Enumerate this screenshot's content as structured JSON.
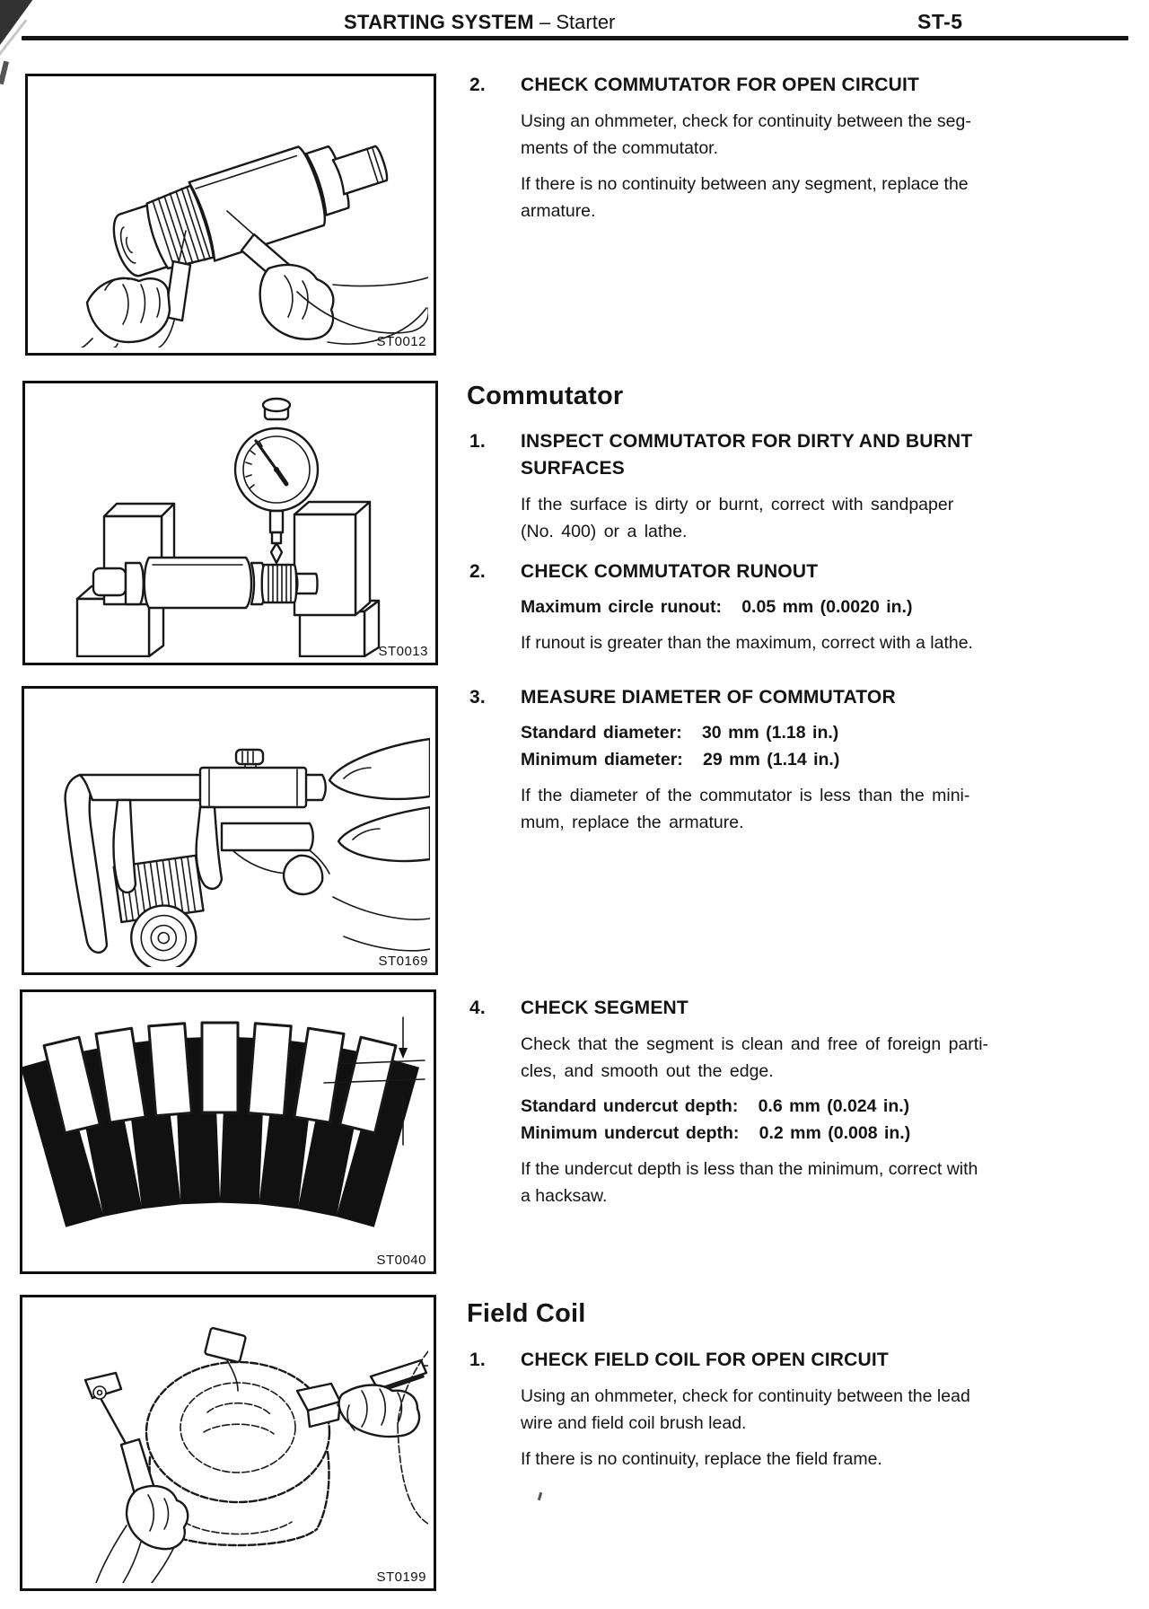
{
  "header": {
    "section": "STARTING SYSTEM",
    "title": "STARTING SYSTEM – Starter",
    "subsection": "Starter",
    "page": "ST-5"
  },
  "figures": {
    "open_circuit_test": {
      "code": "ST0012"
    },
    "runout_check": {
      "code": "ST0013"
    },
    "diameter_measure": {
      "code": "ST0169"
    },
    "segment_undercut": {
      "code": "ST0040"
    },
    "field_coil_test": {
      "code": "ST0199"
    }
  },
  "content": {
    "open_circuit": {
      "num": "2.",
      "heading": "CHECK COMMUTATOR FOR OPEN CIRCUIT",
      "p1": "Using an ohmmeter, check for continuity between the seg-\nments of the commutator.",
      "p2": "If there is no continuity between any segment, replace the\narmature."
    },
    "commutator_title": "Commutator",
    "inspect": {
      "num": "1.",
      "heading": "INSPECT COMMUTATOR FOR DIRTY AND BURNT\nSURFACES",
      "p1": "If the surface is dirty or burnt, correct with sandpaper\n(No. 400) or a lathe."
    },
    "runout": {
      "num": "2.",
      "heading": "CHECK COMMUTATOR RUNOUT",
      "spec1": "Maximum circle runout:   0.05 mm (0.0020 in.)",
      "p1": "If runout is greater than the maximum, correct with a lathe."
    },
    "diameter": {
      "num": "3.",
      "heading": "MEASURE DIAMETER OF COMMUTATOR",
      "spec1": "Standard diameter:   30 mm (1.18 in.)",
      "spec2": "Minimum diameter:   29 mm (1.14 in.)",
      "p1": "If the diameter of the commutator is less than the mini-\nmum, replace the armature."
    },
    "segment": {
      "num": "4.",
      "heading": "CHECK SEGMENT",
      "p1": "Check that the segment is clean and free of foreign parti-\ncles, and smooth out the edge.",
      "spec1": "Standard undercut depth:   0.6 mm (0.024 in.)",
      "spec2": "Minimum undercut depth:   0.2 mm (0.008 in.)",
      "p2": "If the undercut depth is less than the minimum, correct with\na hacksaw."
    },
    "field_coil_title": "Field Coil",
    "field_coil": {
      "num": "1.",
      "heading": "CHECK FIELD COIL FOR OPEN CIRCUIT",
      "p1": "Using an ohmmeter, check for continuity between the lead\nwire and field coil brush lead.",
      "p2": "If there is no continuity, replace the field frame."
    }
  }
}
